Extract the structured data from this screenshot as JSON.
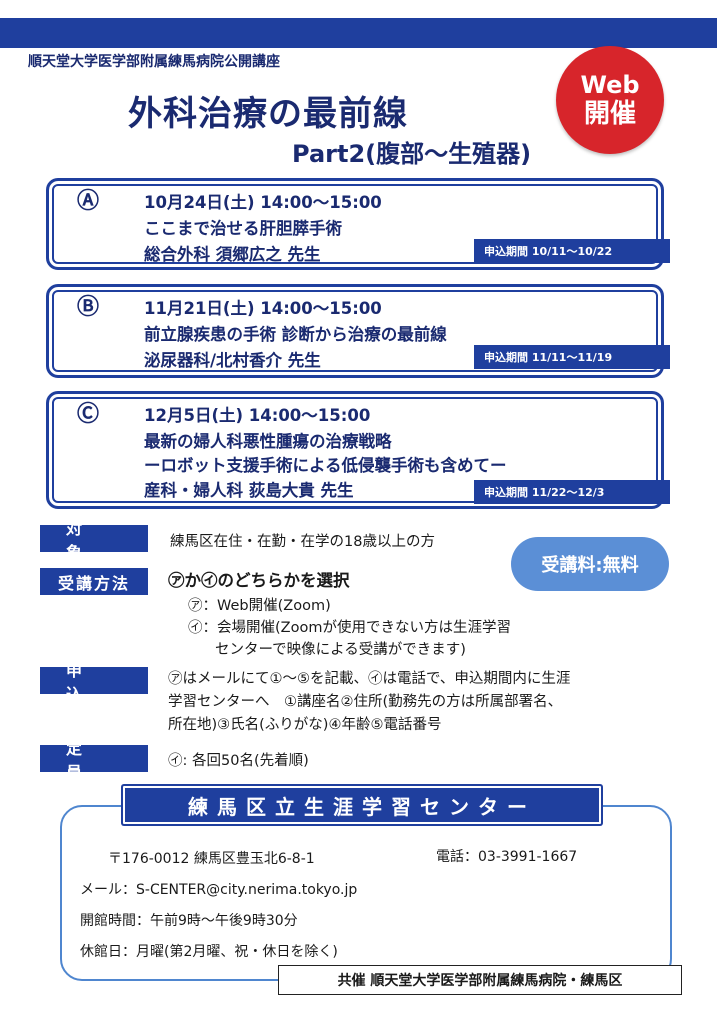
{
  "header": {
    "organizer": "順天堂大学医学部附属練馬病院公開講座",
    "title": "外科治療の最前線",
    "subtitle": "Part2(腹部～生殖器)",
    "badge_line1": "Web",
    "badge_line2": "開催"
  },
  "sessions": [
    {
      "letter": "Ⓐ",
      "datetime": "10月24日(土) 14:00～15:00",
      "topic_lines": [
        "ここまで治せる肝胆膵手術"
      ],
      "speaker": "総合外科 須郷広之 先生",
      "period": "申込期間 10/11～10/22"
    },
    {
      "letter": "Ⓑ",
      "datetime": "11月21日(土) 14:00～15:00",
      "topic_lines": [
        "前立腺疾患の手術 診断から治療の最前線"
      ],
      "speaker": "泌尿器科/北村香介 先生",
      "period": "申込期間 11/11～11/19"
    },
    {
      "letter": "Ⓒ",
      "datetime": "12月5日(土) 14:00～15:00",
      "topic_lines": [
        "最新の婦人科悪性腫瘍の治療戦略",
        "ーロボット支援手術による低侵襲手術も含めてー"
      ],
      "speaker": "産科・婦人科 荻島大貴 先生",
      "period": "申込期間 11/22～12/3"
    }
  ],
  "info": {
    "target_label": "対象",
    "target_text": "練馬区在住・在勤・在学の18歳以上の方",
    "method_label": "受講方法",
    "method_heading": "㋐か㋑のどちらかを選択",
    "method_a": "㋐：Web開催(Zoom)",
    "method_b_line1": "㋑：会場開催(Zoomが使用できない方は生涯学習",
    "method_b_line2": "センターで映像による受講ができます)",
    "apply_label": "申込",
    "apply_line1": "㋐はメールにて①～⑤を記載、㋑は電話で、申込期間内に生涯",
    "apply_line2": "学習センターへ　①講座名②住所(勤務先の方は所属部署名、",
    "apply_line3": "所在地)③氏名(ふりがな)④年齢⑤電話番号",
    "capacity_label": "定員",
    "capacity_text": "㋑: 各回50名(先着順)",
    "fee": "受講料:無料"
  },
  "center": {
    "name": "練馬区立生涯学習センター",
    "postal_address": "〒176-0012 練馬区豊玉北6-8-1",
    "phone": "電話：03-3991-1667",
    "email": "メール：S-CENTER@city.nerima.tokyo.jp",
    "hours": "開館時間：午前9時～午後9時30分",
    "closed": "休館日：月曜(第2月曜、祝・休日を除く)",
    "cohost": "共催 順天堂大学医学部附属練馬病院・練馬区"
  }
}
